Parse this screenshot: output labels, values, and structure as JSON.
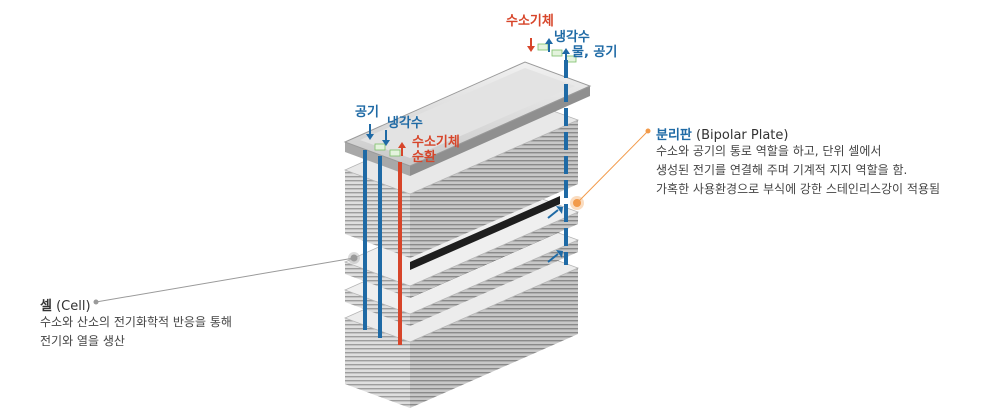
{
  "top_labels": {
    "hydrogen": "수소기체",
    "coolant": "냉각수",
    "water_air": "물, 공기"
  },
  "left_labels": {
    "air": "공기",
    "coolant": "냉각수",
    "hydrogen_line1": "수소기체",
    "hydrogen_line2": "순환"
  },
  "bipolar": {
    "title_strong": "분리판",
    "title_rest": " (Bipolar Plate)",
    "desc": [
      "수소와 공기의 통로 역할을 하고, 단위 셀에서",
      "생성된 전기를 연결해 주며 기계적 지지 역할을 함.",
      "가혹한 사용환경으로 부식에 강한 스테인리스강이 적용됨"
    ]
  },
  "cell": {
    "title_strong": "셀",
    "title_rest": " (Cell)",
    "desc": [
      "수소와 산소의 전기화학적 반응을 통해",
      "전기와 열을 생산"
    ]
  },
  "colors": {
    "red": "#d7452a",
    "blue": "#1f6aa5",
    "orange": "#f29a4a",
    "gray_dot": "#9a9a9a"
  }
}
